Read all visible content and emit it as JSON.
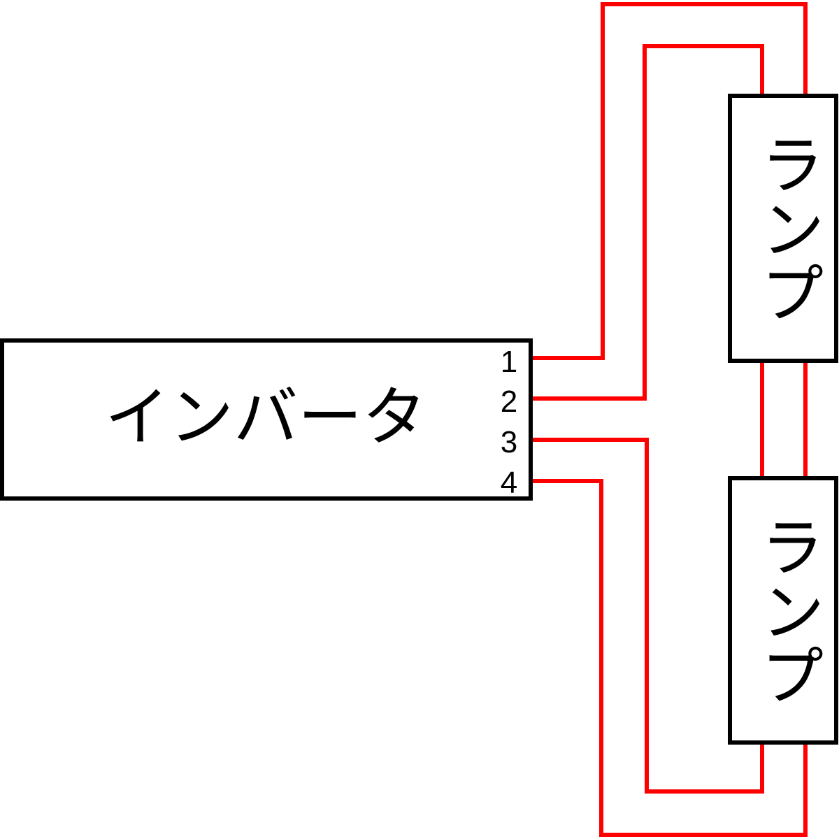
{
  "inverter": {
    "label": "インバータ",
    "terminals": [
      "1",
      "2",
      "3",
      "4"
    ]
  },
  "lamps": [
    {
      "label": "ランプ"
    },
    {
      "label": "ランプ"
    }
  ],
  "colors": {
    "wire": "#ff0000",
    "outline": "#000000",
    "background": "#ffffff"
  }
}
